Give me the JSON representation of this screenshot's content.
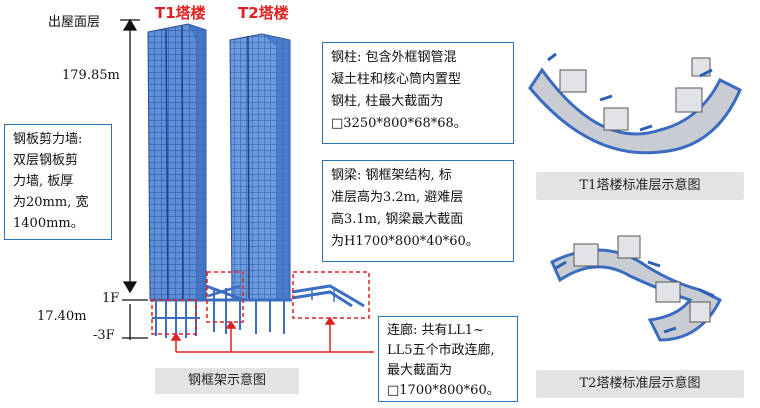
{
  "levels": {
    "roof": "出屋面层",
    "height_upper": "179.85m",
    "floor_1f": "1F",
    "height_lower": "17.40m",
    "floor_b3": "-3F"
  },
  "towers": {
    "t1": "T1塔楼",
    "t2": "T2塔楼",
    "color": "#e02020"
  },
  "notes": {
    "shear_wall": "钢板剪力墙:\n双层钢板剪\n力墙, 板厚\n为20mm, 宽\n1400mm。",
    "steel_column": "钢柱: 包含外框钢管混\n凝土柱和核心筒内置型\n钢柱, 柱最大截面为\n□3250*800*68*68。",
    "steel_beam": "钢梁: 钢框架结构, 标\n准层高为3.2m, 避难层\n高3.1m, 钢梁最大截面\n为H1700*800*40*60。",
    "corridor": "连廊: 共有LL1~\nLL5五个市政连廊,\n最大截面为\n□1700*800*60。"
  },
  "captions": {
    "frame": "钢框架示意图",
    "t1_plan": "T1塔楼标准层示意图",
    "t2_plan": "T2塔楼标准层示意图"
  },
  "colors": {
    "steel": "#4a7fd0",
    "concrete": "#cfd3d8",
    "box_border": "#2f6fb3",
    "highlight": "#e02020"
  }
}
